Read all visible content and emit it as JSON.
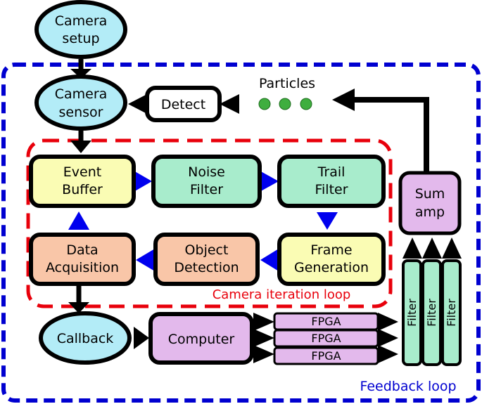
{
  "nodes": {
    "camera_setup": {
      "line1": "Camera",
      "line2": "setup"
    },
    "camera_sensor": {
      "line1": "Camera",
      "line2": "sensor"
    },
    "detect": "Detect",
    "particles": "Particles",
    "event_buffer": {
      "line1": "Event",
      "line2": "Buffer"
    },
    "noise_filter": {
      "line1": "Noise",
      "line2": "Filter"
    },
    "trail_filter": {
      "line1": "Trail",
      "line2": "Filter"
    },
    "data_acquisition": {
      "line1": "Data",
      "line2": "Acquisition"
    },
    "object_detection": {
      "line1": "Object",
      "line2": "Detection"
    },
    "frame_generation": {
      "line1": "Frame",
      "line2": "Generation"
    },
    "sum_amp": {
      "line1": "Sum",
      "line2": "amp"
    },
    "callback": "Callback",
    "computer": "Computer",
    "fpga": [
      "FPGA",
      "FPGA",
      "FPGA"
    ],
    "filters": [
      "Filter",
      "Filter",
      "Filter"
    ]
  },
  "loops": {
    "camera_iteration": "Camera iteration loop",
    "feedback": "Feedback loop"
  },
  "colors": {
    "cyan": "#b3ecf7",
    "green": "#a8eccc",
    "yellow": "#fafcb4",
    "peach": "#f9c6a8",
    "purple": "#e3b9ec",
    "particle": "#3fae3f",
    "loop_red": "#e8000b",
    "loop_blue": "#0000d0",
    "arrow_blue": "#0000ee"
  }
}
